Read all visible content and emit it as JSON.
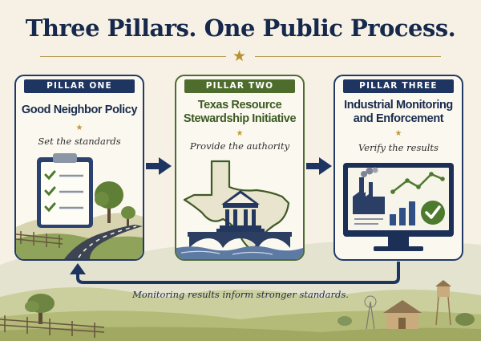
{
  "title": "Three Pillars. One Public Process.",
  "pillars": [
    {
      "tag": "PILLAR ONE",
      "heading": "Good Neighbor Policy",
      "subtitle": "Set the standards",
      "icon": "clipboard-checklist-road-icon",
      "color": "#1f3561"
    },
    {
      "tag": "PILLAR TWO",
      "heading": "Texas Resource Stewardship Initiative",
      "subtitle": "Provide the authority",
      "icon": "texas-capitol-bridge-icon",
      "color": "#4e6c2c"
    },
    {
      "tag": "PILLAR THREE",
      "heading": "Industrial Monitoring and Enforcement",
      "subtitle": "Verify the results",
      "icon": "monitor-factory-chart-icon",
      "color": "#1f3561"
    }
  ],
  "feedback_loop": "Monitoring results inform stronger standards.",
  "colors": {
    "navy": "#16284b",
    "green": "#4e6c2c",
    "gold": "#b8902f",
    "background": "#f6f1e4"
  }
}
